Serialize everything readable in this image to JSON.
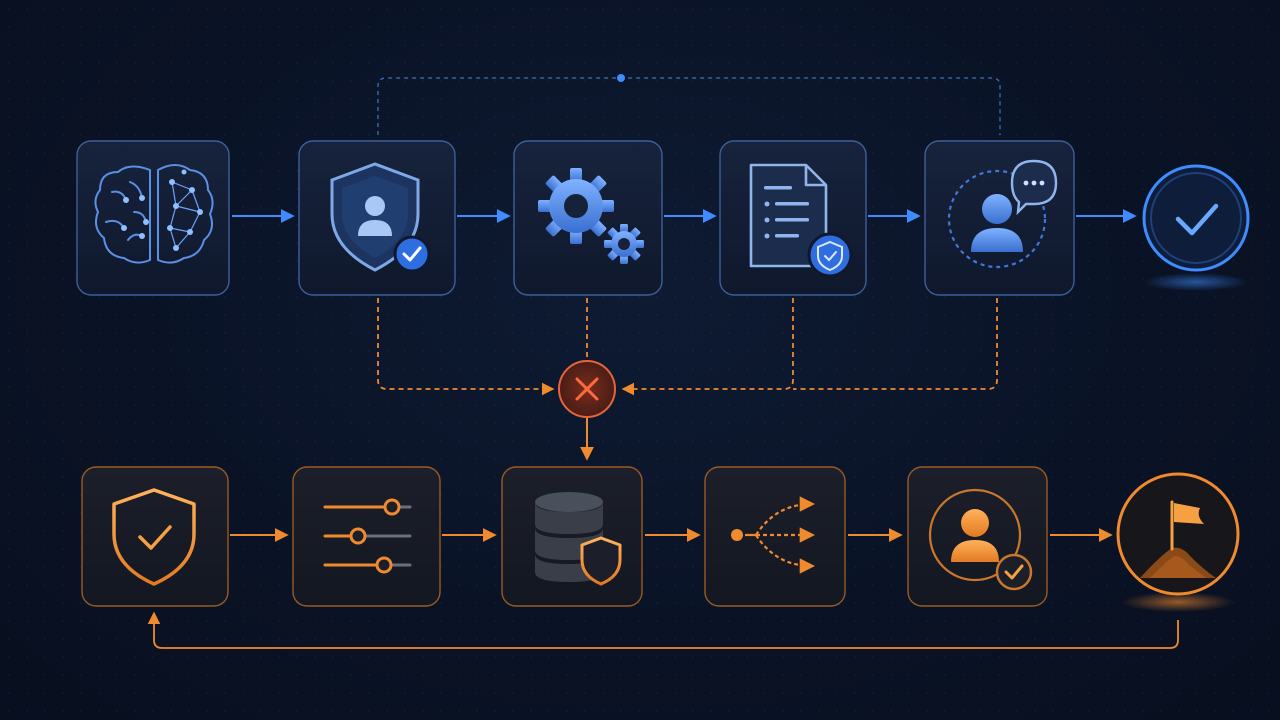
{
  "theme": {
    "background": "#0a1326",
    "blue_accent": "#3f8cff",
    "blue_stroke": "#4a78c8",
    "orange_accent": "#f08a2e",
    "error_red": "#e0512c"
  },
  "top_row": {
    "color": "blue",
    "nodes": [
      {
        "id": "brain",
        "icon": "brain-network-icon"
      },
      {
        "id": "security",
        "icon": "shield-user-check-icon"
      },
      {
        "id": "processing",
        "icon": "gears-icon"
      },
      {
        "id": "document",
        "icon": "document-shield-icon"
      },
      {
        "id": "user-review",
        "icon": "user-chat-icon"
      },
      {
        "id": "success",
        "icon": "check-circle-icon"
      }
    ]
  },
  "error_node": {
    "icon": "x-circle-icon"
  },
  "bottom_row": {
    "color": "orange",
    "nodes": [
      {
        "id": "shield",
        "icon": "shield-check-icon"
      },
      {
        "id": "settings",
        "icon": "sliders-icon"
      },
      {
        "id": "database",
        "icon": "database-shield-icon"
      },
      {
        "id": "branching",
        "icon": "branch-arrows-icon"
      },
      {
        "id": "user-approved",
        "icon": "user-check-icon"
      },
      {
        "id": "goal",
        "icon": "flag-mountain-icon"
      }
    ]
  }
}
